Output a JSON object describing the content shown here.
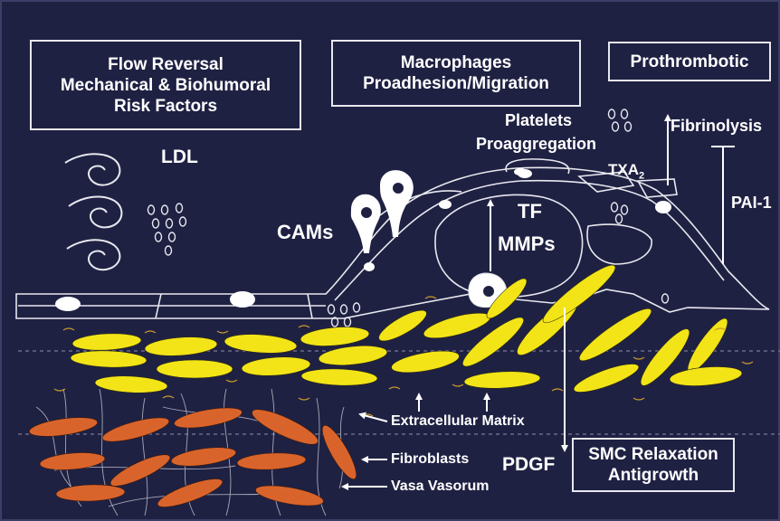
{
  "colors": {
    "background": "#1f2143",
    "smooth_muscle_cells": "#f3e418",
    "fibroblasts": "#d9642b",
    "lines": "#e8e8ee"
  },
  "boxes": {
    "flow_reversal": [
      "Flow Reversal",
      "Mechanical & Biohumoral",
      "Risk Factors"
    ],
    "macrophages": [
      "Macrophages",
      "Proadhesion/Migration"
    ],
    "prothrombotic": [
      "Prothrombotic"
    ],
    "smc_relaxation": [
      "SMC Relaxation",
      "Antigrowth"
    ]
  },
  "labels": {
    "ldl": "LDL",
    "platelets": "Platelets",
    "proaggregation": "Proaggregation",
    "fibrinolysis": "Fibrinolysis",
    "txa": "TXA",
    "txa_subscript": "2",
    "pai1": "PAI-1",
    "cams": "CAMs",
    "tf": "TF",
    "mmps": "MMPs",
    "extracellular_matrix": "Extracellular Matrix",
    "fibroblasts": "Fibroblasts",
    "pdgf": "PDGF",
    "vasa_vasorum": "Vasa Vasorum"
  },
  "icons": [
    "ldl-spiral-icon",
    "ldl-particle-icon",
    "macrophage-icon",
    "platelet-icon",
    "smc-cell-icon",
    "fibroblast-cell-icon",
    "arrow-icon",
    "inhibition-bar-icon"
  ]
}
